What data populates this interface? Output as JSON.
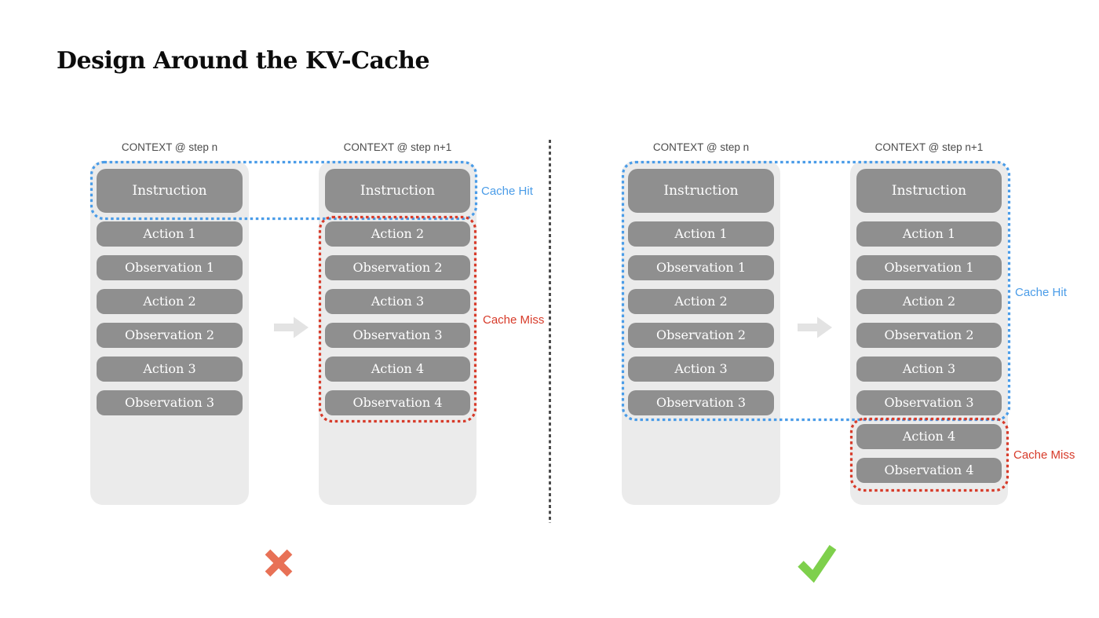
{
  "title": "Design Around the KV-Cache",
  "colors": {
    "blue": "#4a9ce8",
    "red": "#d73b2a",
    "box-gray": "#8f8f8f",
    "panel-gray": "#ebebeb",
    "header-gray": "#4b4b4b",
    "salmon": "#e87156",
    "green": "#7ed04c",
    "arrow-gray": "#e3e3e3",
    "divider-gray": "#4c4c4c"
  },
  "panels": [
    {
      "name": "without-cache-design",
      "verdict_icon": "cross-icon",
      "columns": [
        {
          "header": "CONTEXT @ step n",
          "boxes": [
            "Instruction",
            "Action 1",
            "Observation 1",
            "Action 2",
            "Observation 2",
            "Action 3",
            "Observation 3"
          ]
        },
        {
          "header": "CONTEXT @ step n+1",
          "boxes": [
            "Instruction",
            "Action 2",
            "Observation 2",
            "Action 3",
            "Observation 3",
            "Action 4",
            "Observation 4"
          ]
        }
      ],
      "labels": {
        "cache_hit": "Cache Hit",
        "cache_miss": "Cache Miss"
      }
    },
    {
      "name": "with-cache-design",
      "verdict_icon": "check-icon",
      "columns": [
        {
          "header": "CONTEXT @ step n",
          "boxes": [
            "Instruction",
            "Action 1",
            "Observation 1",
            "Action 2",
            "Observation 2",
            "Action 3",
            "Observation 3"
          ]
        },
        {
          "header": "CONTEXT @ step n+1",
          "boxes": [
            "Instruction",
            "Action 1",
            "Observation 1",
            "Action 2",
            "Observation 2",
            "Action 3",
            "Observation 3",
            "Action 4",
            "Observation 4"
          ]
        }
      ],
      "labels": {
        "cache_hit": "Cache Hit",
        "cache_miss": "Cache Miss"
      }
    }
  ],
  "icons": {
    "transition": "arrow-right-icon",
    "wrong": "cross-icon",
    "correct": "check-icon"
  }
}
